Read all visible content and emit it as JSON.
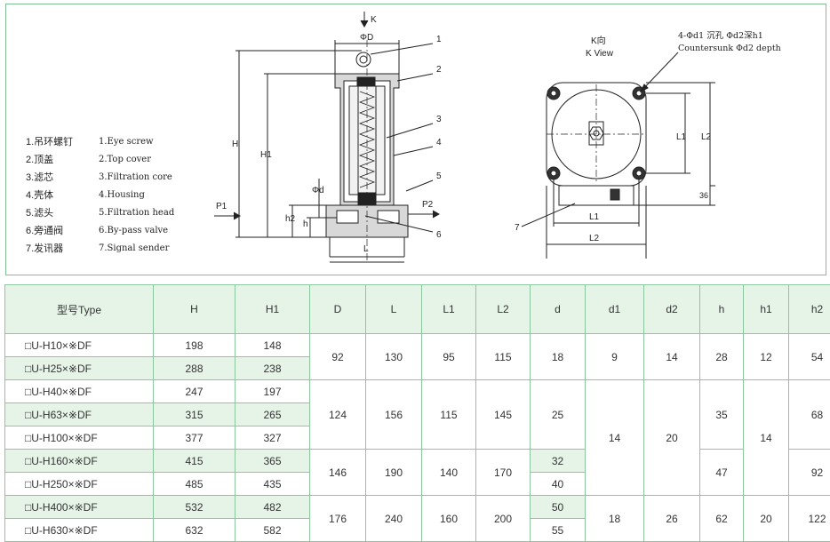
{
  "legend": [
    {
      "cn": "1.吊环螺钉",
      "en": "1.Eye screw"
    },
    {
      "cn": "2.顶盖",
      "en": "2.Top cover"
    },
    {
      "cn": "3.滤芯",
      "en": "3.Filtration core"
    },
    {
      "cn": "4.壳体",
      "en": "4.Housing"
    },
    {
      "cn": "5.滤头",
      "en": "5.Filtration head"
    },
    {
      "cn": "6.旁通阀",
      "en": "6.By-pass valve"
    },
    {
      "cn": "7.发讯器",
      "en": "7.Signal sender"
    }
  ],
  "side_view": {
    "arrow_k": "K",
    "dim_D": "ΦD",
    "dim_H": "H",
    "dim_H1": "H1",
    "dim_h2": "h2",
    "dim_h": "h",
    "dim_d": "Φd",
    "dim_L": "L",
    "port_p1": "P1",
    "port_p2": "P2",
    "callouts": [
      "1",
      "2",
      "3",
      "4",
      "5",
      "6"
    ]
  },
  "k_view": {
    "title_cn": "K向",
    "title_en": "K View",
    "hole_note_cn": "4-Φd1 沉孔 Φd2深h1",
    "hole_note_en": "Countersunk Φd2 depth",
    "dim_L1_v": "L1",
    "dim_L2_v": "L2",
    "dim_36": "36",
    "dim_L1_h": "L1",
    "dim_L2_h": "L2",
    "callout_7": "7"
  },
  "table": {
    "headers": [
      "型号Type",
      "H",
      "H1",
      "D",
      "L",
      "L1",
      "L2",
      "d",
      "d1",
      "d2",
      "h",
      "h1",
      "h2"
    ],
    "types": [
      "□U-H10×※DF",
      "□U-H25×※DF",
      "□U-H40×※DF",
      "□U-H63×※DF",
      "□U-H100×※DF",
      "□U-H160×※DF",
      "□U-H250×※DF",
      "□U-H400×※DF",
      "□U-H630×※DF"
    ],
    "H": [
      "198",
      "288",
      "247",
      "315",
      "377",
      "415",
      "485",
      "532",
      "632"
    ],
    "H1": [
      "148",
      "238",
      "197",
      "265",
      "327",
      "365",
      "435",
      "482",
      "582"
    ],
    "D": [
      "92",
      "124",
      "146",
      "176"
    ],
    "L": [
      "130",
      "156",
      "190",
      "240"
    ],
    "L1": [
      "95",
      "115",
      "140",
      "160"
    ],
    "L2": [
      "115",
      "145",
      "170",
      "200"
    ],
    "d": [
      "18",
      "25",
      "32",
      "40",
      "50",
      "55"
    ],
    "d1": [
      "9",
      "14",
      "18"
    ],
    "d2": [
      "14",
      "20",
      "26"
    ],
    "h": [
      "28",
      "35",
      "47",
      "62"
    ],
    "h1": [
      "12",
      "14",
      "20"
    ],
    "h2": [
      "54",
      "68",
      "92",
      "122"
    ]
  }
}
